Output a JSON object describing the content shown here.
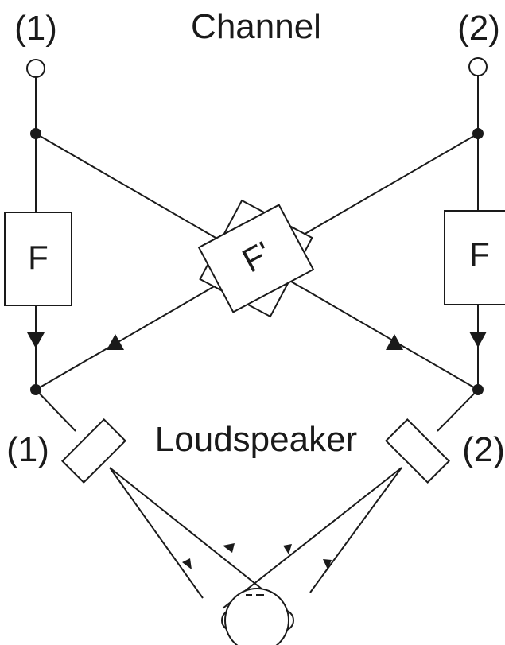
{
  "labels": {
    "channel": "Channel",
    "channel_left_num": "(1)",
    "channel_right_num": "(2)",
    "loudspeaker": "Loudspeaker",
    "speaker_left_num": "(1)",
    "speaker_right_num": "(2)",
    "filter_left": "F",
    "filter_right": "F",
    "filter_cross": "F'"
  }
}
